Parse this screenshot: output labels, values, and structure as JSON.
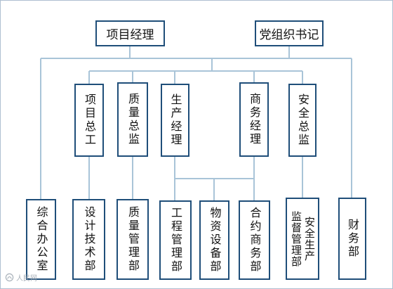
{
  "top": {
    "manager": "项目经理",
    "party_secretary": "党组织书记"
  },
  "middle": {
    "chief_engineer": "项目总工",
    "quality_director": "质量总监",
    "production_manager": "生产经理",
    "business_manager": "商务经理",
    "safety_director": "安全总监"
  },
  "departments": {
    "general_office": "综合办公室",
    "design_tech": "设计技术部",
    "quality_mgmt": "质量管理部",
    "engineering_mgmt": "工程管理部",
    "materials_equipment": "物资设备部",
    "contract_business": "合约商务部",
    "supervision_col1": "监督管理部",
    "supervision_col2": "安全生产",
    "finance": "财务部"
  },
  "watermark": {
    "text": "人民网"
  },
  "colors": {
    "box_border": "#1f4e79",
    "connector": "#a9c4d8",
    "watermark": "#9aa4ae"
  }
}
